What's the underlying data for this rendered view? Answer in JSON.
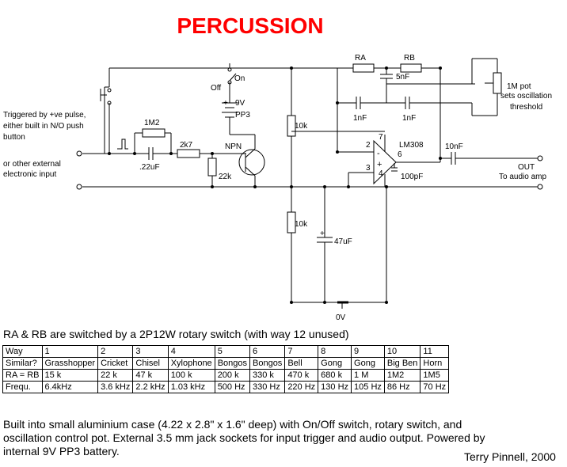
{
  "title": "PERCUSSION",
  "colors": {
    "title": "#ff0000",
    "ink": "#000000"
  },
  "labels": {
    "trigger_note": [
      "Triggered by +ve pulse,",
      "either built in N/O push",
      "button"
    ],
    "external_note": [
      "or other external",
      "electronic input"
    ],
    "r_input": "1M2",
    "c_input": ".22uF",
    "r_2k7": "2k7",
    "transistor": "NPN",
    "r_22k": "22k",
    "r_10k_top": "10k",
    "r_10k_bottom": "10k",
    "c_47uf": "47uF",
    "ground": "0V",
    "switch_off": "Off",
    "switch_on": "On",
    "battery_v": "9V",
    "battery_type": "PP3",
    "ra": "RA",
    "rb": "RB",
    "c_5nf": "5nF",
    "c_1nf_a": "1nF",
    "c_1nf_b": "1nF",
    "pot_note": [
      "1M pot",
      "sets oscillation",
      "threshold"
    ],
    "opamp": "LM308",
    "pin2": "2",
    "pin3": "3",
    "pin4": "4",
    "pin6": "6",
    "pin7": "7",
    "c_100pf": "100pF",
    "c_10nf": "10nF",
    "out": "OUT",
    "out_dest": "To audio amp",
    "minus": "-",
    "plus": "+"
  },
  "switch_note": "RA & RB are switched by a 2P12W rotary switch (with way 12 unused)",
  "table": {
    "rows": [
      [
        "Way",
        "1",
        "2",
        "3",
        "4",
        "5",
        "6",
        "7",
        "8",
        "9",
        "10",
        "11"
      ],
      [
        "Similar?",
        "Grasshopper",
        "Cricket",
        "Chisel",
        "Xylophone",
        "Bongos",
        "Bongos",
        "Bell",
        "Gong",
        "Gong",
        "Big Ben",
        "Horn"
      ],
      [
        "RA = RB",
        "15 k",
        "22 k",
        "47 k",
        "100 k",
        "200 k",
        "330 k",
        "470 k",
        "680 k",
        "1 M",
        "1M2",
        "1M5"
      ],
      [
        "Frequ.",
        "6.4kHz",
        "3.6 kHz",
        "2.2 kHz",
        "1.03 kHz",
        "500 Hz",
        "330 Hz",
        "220 Hz",
        "130 Hz",
        "105 Hz",
        "86 Hz",
        "70 Hz"
      ]
    ]
  },
  "description": "Built into small aluminium case (4.22 x 2.8\" x 1.6\" deep) with On/Off switch, rotary switch, and oscillation control pot. External 3.5 mm jack sockets for input trigger and audio output. Powered by internal 9V PP3 battery.",
  "credit": "Terry Pinnell, 2000"
}
